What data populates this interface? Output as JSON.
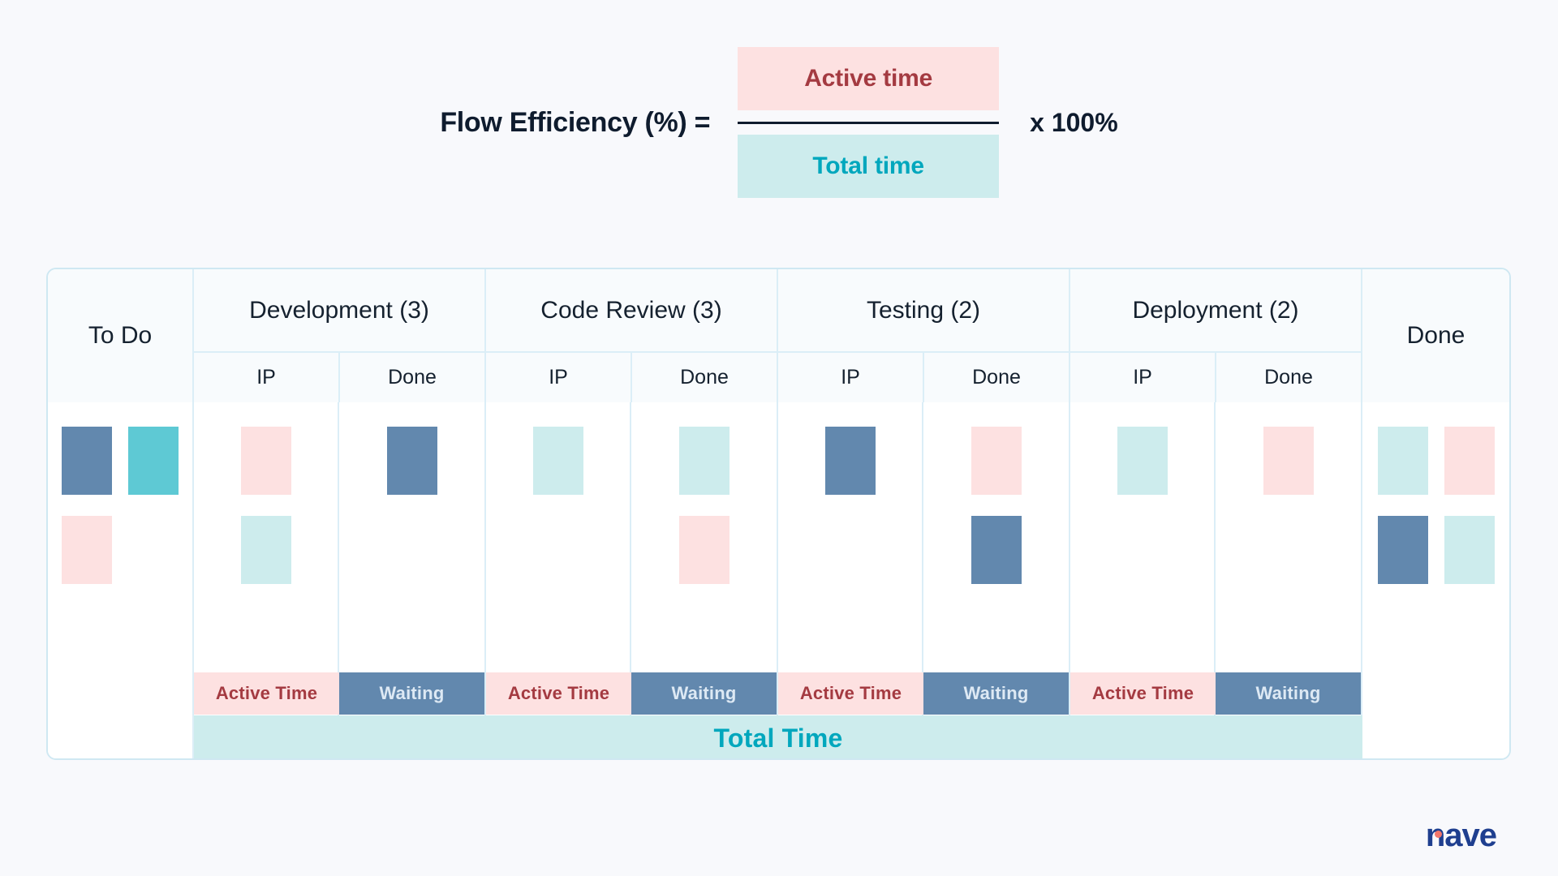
{
  "formula": {
    "label": "Flow Efficiency (%)  =",
    "numerator": "Active time",
    "denominator": "Total time",
    "multiplier": "x 100%",
    "colors": {
      "numerator_bg": "#fde1e1",
      "numerator_text": "#a43a41",
      "denominator_bg": "#cdeced",
      "denominator_text": "#00a7bd",
      "label_text": "#0f1c2e"
    }
  },
  "board": {
    "columns": [
      {
        "title": "To Do",
        "wip": null,
        "has_subcolumns": false,
        "subcolumns": []
      },
      {
        "title": "Development (3)",
        "wip": 3,
        "has_subcolumns": true,
        "subcolumns": [
          "IP",
          "Done"
        ]
      },
      {
        "title": "Code Review (3)",
        "wip": 3,
        "has_subcolumns": true,
        "subcolumns": [
          "IP",
          "Done"
        ]
      },
      {
        "title": "Testing (2)",
        "wip": 2,
        "has_subcolumns": true,
        "subcolumns": [
          "IP",
          "Done"
        ]
      },
      {
        "title": "Deployment (2)",
        "wip": 2,
        "has_subcolumns": true,
        "subcolumns": [
          "IP",
          "Done"
        ]
      },
      {
        "title": "Done",
        "wip": null,
        "has_subcolumns": false,
        "subcolumns": []
      }
    ],
    "cards": {
      "todo": [
        {
          "color": "blue",
          "row": 1,
          "slot": 1
        },
        {
          "color": "teal",
          "row": 1,
          "slot": 2
        },
        {
          "color": "pink",
          "row": 2,
          "slot": 1
        }
      ],
      "development_ip": [
        {
          "color": "pink",
          "row": 1
        },
        {
          "color": "ltteal",
          "row": 2
        }
      ],
      "development_done": [
        {
          "color": "blue",
          "row": 1
        }
      ],
      "codereview_ip": [
        {
          "color": "ltteal",
          "row": 1
        }
      ],
      "codereview_done": [
        {
          "color": "ltteal",
          "row": 1
        },
        {
          "color": "pink",
          "row": 2
        }
      ],
      "testing_ip": [
        {
          "color": "blue",
          "row": 1
        }
      ],
      "testing_done": [
        {
          "color": "pink",
          "row": 1
        },
        {
          "color": "blue",
          "row": 2
        }
      ],
      "deployment_ip": [
        {
          "color": "ltteal",
          "row": 1
        }
      ],
      "deployment_done": [
        {
          "color": "pink",
          "row": 1
        }
      ],
      "done": [
        {
          "color": "ltteal",
          "row": 1,
          "slot": 1
        },
        {
          "color": "pink",
          "row": 1,
          "slot": 2
        },
        {
          "color": "blue",
          "row": 2,
          "slot": 1
        },
        {
          "color": "ltteal",
          "row": 2,
          "slot": 2
        }
      ]
    },
    "bands": {
      "active_label": "Active Time",
      "waiting_label": "Waiting",
      "total_label": "Total Time",
      "active_bg": "#fde1e1",
      "active_text": "#a43a41",
      "waiting_bg": "#6288ae",
      "waiting_text": "#dde9f4",
      "total_bg": "#cdeced",
      "total_text": "#00a7bd"
    },
    "card_colors": {
      "blue": "#6288ae",
      "teal": "#5ec9d4",
      "pink": "#fde1e1",
      "ltteal": "#cdeced"
    },
    "border_color": "#cfe8f2"
  },
  "logo": {
    "text": "nave",
    "color": "#1f3f8f",
    "dot_color": "#f2766b"
  },
  "page": {
    "background": "#f8f9fc"
  }
}
